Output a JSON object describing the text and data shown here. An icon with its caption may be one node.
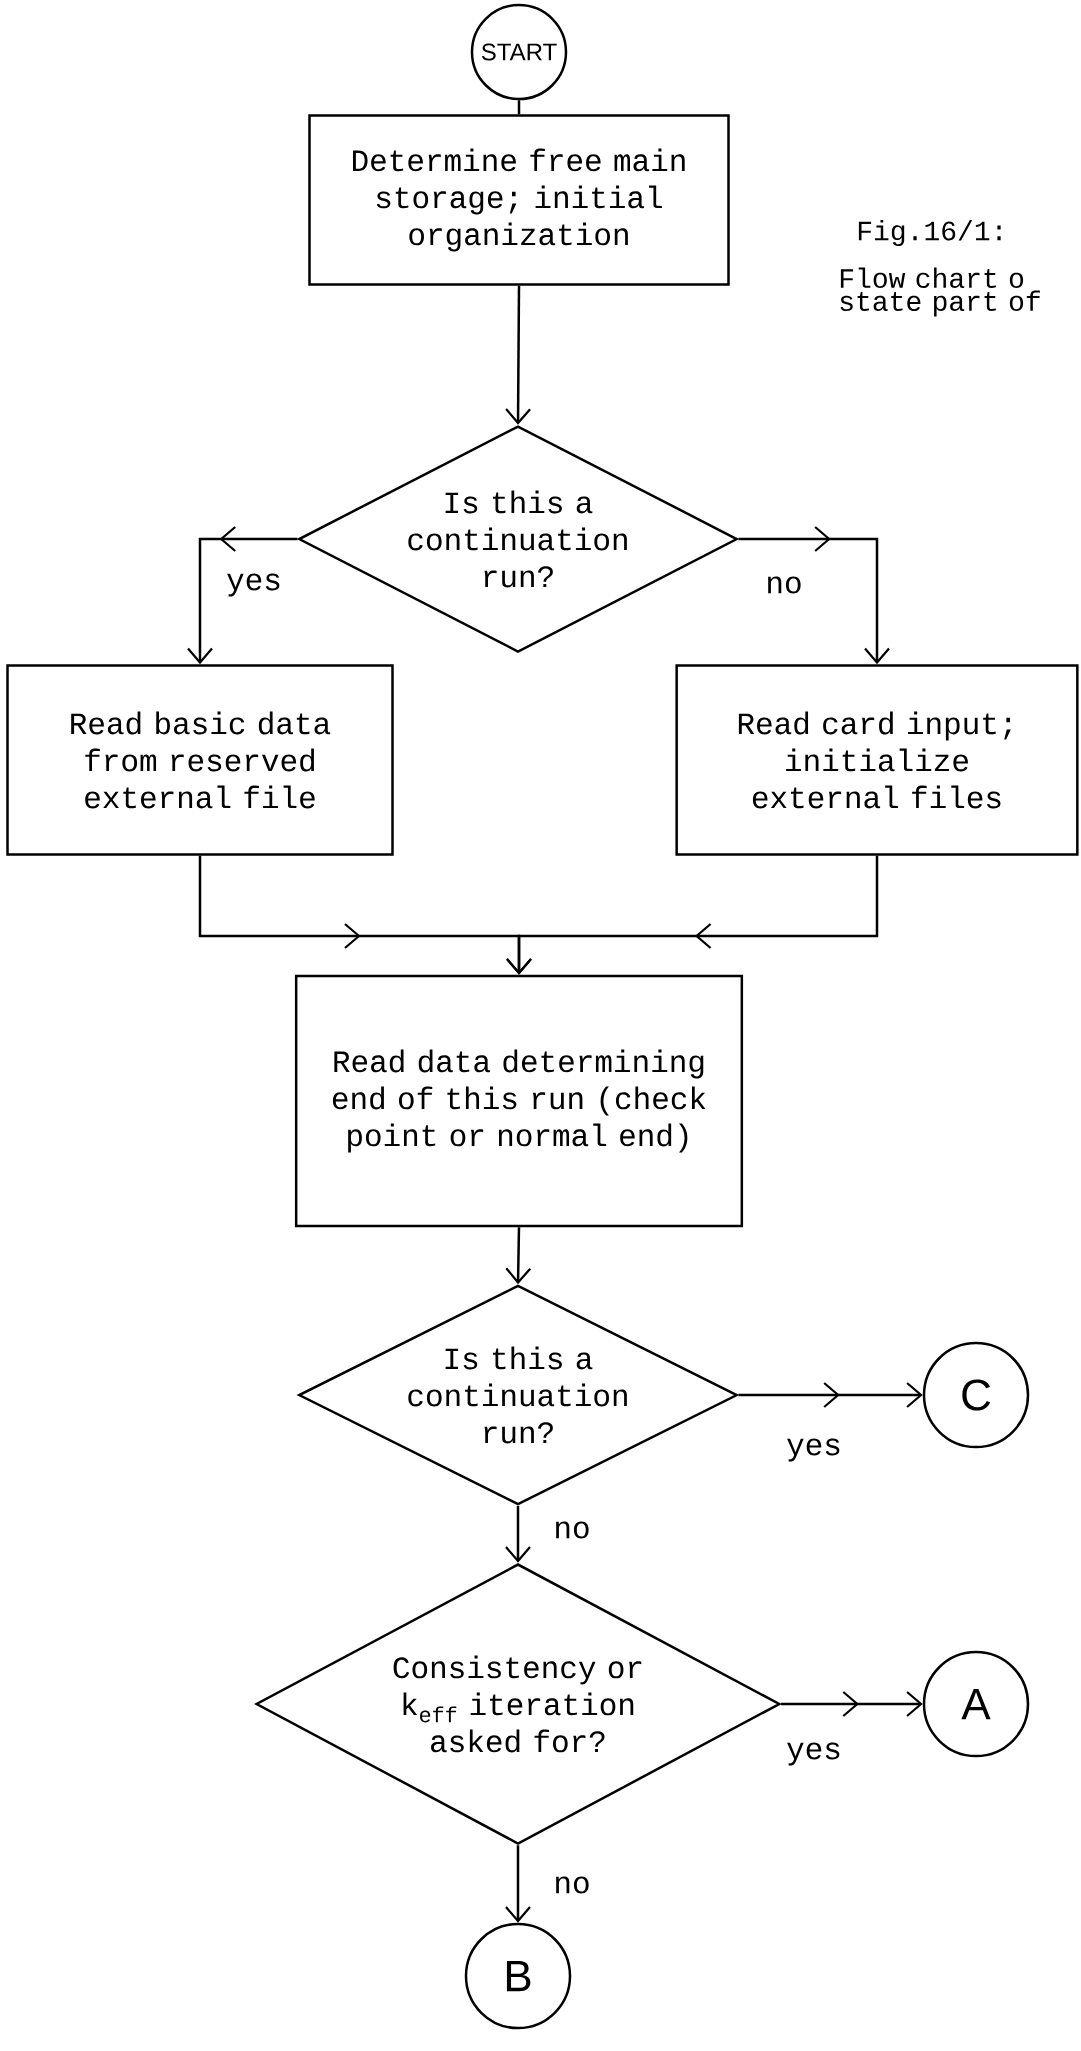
{
  "diagram": {
    "nodes": [
      {
        "text": [
          "START"
        ]
      },
      {
        "text": [
          "Determine free main storage; initial organization"
        ]
      },
      {
        "text": [
          "Is this a continuation run?"
        ]
      },
      {
        "text": [
          "Read basic data from reserved external file"
        ]
      },
      {
        "text": [
          "Read card input; initialize external files"
        ]
      },
      {
        "text": [
          "Read data determining end of this run (check point or normal end)"
        ]
      },
      {
        "text": [
          "Is this a continuation run?"
        ]
      },
      {
        "text": [
          "C"
        ]
      },
      {
        "text": [
          "Consistency or k$_{eff}$ iteration asked for?"
        ]
      },
      {
        "text": [
          "A"
        ]
      },
      {
        "text": [
          "B"
        ]
      }
    ],
    "edges": [
      {
        "from": 0,
        "to": 1,
        "arrow": "none"
      },
      {
        "from": 1,
        "to": 2,
        "arrow": "to"
      },
      {
        "from": 2,
        "to": 3,
        "arrow": "to",
        "label": "yes"
      },
      {
        "from": 2,
        "to": 4,
        "arrow": "to",
        "label": "no"
      },
      {
        "from": 3,
        "to": 5,
        "arrow": "to"
      },
      {
        "from": 4,
        "to": 5,
        "arrow": "to"
      },
      {
        "from": 5,
        "to": 6,
        "arrow": "to"
      },
      {
        "from": 6,
        "to": 7,
        "arrow": "to",
        "label": "yes"
      },
      {
        "from": 6,
        "to": 8,
        "arrow": "to",
        "label": "no"
      },
      {
        "from": 8,
        "to": 9,
        "arrow": "to",
        "label": "yes"
      },
      {
        "from": 8,
        "to": 10,
        "arrow": "to",
        "label": "no"
      }
    ],
    "labels": [
      "Fig.16/1:",
      "Flow chart o state part of"
    ]
  }
}
